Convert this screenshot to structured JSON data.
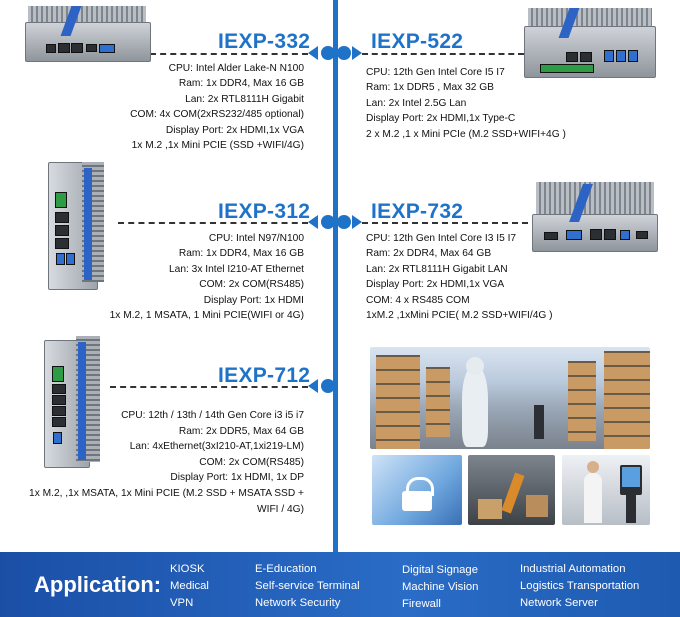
{
  "products": [
    {
      "name": "IEXP-332",
      "specs": [
        "CPU: Intel Alder Lake-N N100",
        "Ram: 1x DDR4, Max 16 GB",
        "Lan: 2x RTL8111H Gigabit",
        "COM: 4x COM(2xRS232/485 optional)",
        "Display Port: 2x HDMI,1x VGA",
        "1x M.2 ,1x Mini PCIE (SSD +WIFI/4G)"
      ]
    },
    {
      "name": "IEXP-522",
      "specs": [
        "CPU: 12th Gen Intel Core I5 I7",
        "Ram: 1x DDR5 ,  Max 32 GB",
        "Lan: 2x Intel 2.5G Lan",
        "Display Port: 2x HDMI,1x Type-C",
        "2 x M.2 ,1 x Mini PCIe (M.2 SSD+WIFI+4G )"
      ]
    },
    {
      "name": "IEXP-312",
      "specs": [
        "CPU: Intel N97/N100",
        "Ram: 1x DDR4, Max 16 GB",
        "Lan: 3x Intel I210-AT Ethernet",
        "COM: 2x COM(RS485)",
        "Display Port: 1x HDMI",
        "1x M.2, 1 MSATA, 1 Mini PCIE(WIFI or 4G)"
      ]
    },
    {
      "name": "IEXP-732",
      "specs": [
        "CPU: 12th Gen Intel Core I3 I5 I7",
        "Ram: 2x DDR4, Max 64 GB",
        "Lan: 2x RTL8111H Gigabit LAN",
        "Display Port: 2x HDMI,1x VGA",
        "COM: 4 x RS485 COM",
        "1xM.2 ,1xMini PCIE( M.2 SSD+WIFI/4G )"
      ]
    },
    {
      "name": "IEXP-712",
      "specs": [
        "CPU: 12th / 13th / 14th Gen Core i3 i5 i7",
        "Ram: 2x DDR5, Max 64 GB",
        "Lan: 4xEthernet(3xI210-AT,1xi219-LM)",
        "COM: 2x COM(RS485)",
        "Display Port: 1x HDMI, 1x DP",
        "1x M.2, ,1x MSATA, 1x Mini PCIE (M.2 SSD + MSATA SSD +",
        "WIFI / 4G)"
      ]
    }
  ],
  "application": {
    "title": "Application:",
    "col1": [
      "KIOSK",
      "Medical",
      "VPN"
    ],
    "col2": [
      "E-Education",
      "Self-service Terminal",
      "Network Security"
    ],
    "col3": [
      "Digital Signage",
      "Machine Vision",
      "Firewall"
    ],
    "col4": [
      "Industrial Automation",
      "Logistics Transportation",
      "Network Server"
    ]
  },
  "colors": {
    "accent": "#1e73c8",
    "footer": "#2a6cc6"
  }
}
